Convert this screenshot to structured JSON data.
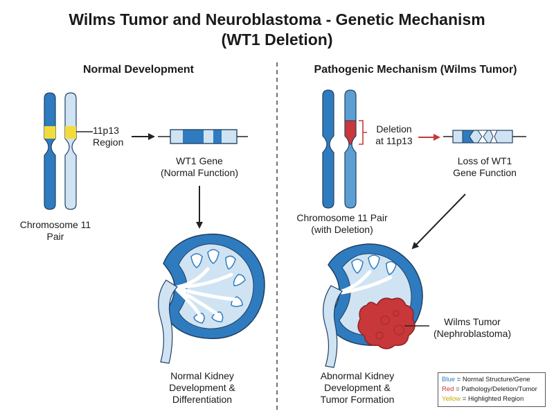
{
  "title": {
    "line1": "Wilms Tumor and Neuroblastoma - Genetic Mechanism",
    "line2": "(WT1 Deletion)"
  },
  "normal": {
    "heading": "Normal Development",
    "region_label": [
      "11p13",
      "Region"
    ],
    "chromosome_label": [
      "Chromosome 11",
      "Pair"
    ],
    "gene_label": [
      "WT1 Gene",
      "(Normal Function)"
    ],
    "outcome_label": [
      "Normal Kidney",
      "Development &",
      "Differentiation"
    ]
  },
  "pathogenic": {
    "heading": "Pathogenic Mechanism (Wilms Tumor)",
    "deletion_label": [
      "Deletion",
      "at 11p13"
    ],
    "chromosome_label": [
      "Chromosome 11 Pair",
      "(with Deletion)"
    ],
    "gene_label": [
      "Loss of WT1",
      "Gene Function"
    ],
    "tumor_label": [
      "Wilms Tumor",
      "(Nephroblastoma)"
    ],
    "outcome_label": [
      "Abnormal Kidney",
      "Development &",
      "Tumor Formation"
    ]
  },
  "legend": {
    "items": [
      {
        "key": "Blue",
        "text": " = Normal Structure/Gene",
        "color": "#2f7bbf"
      },
      {
        "key": "Red",
        "text": " = Pathology/Deletion/Tumor",
        "color": "#c8373a"
      },
      {
        "key": "Yellow",
        "text": " = Highlighted Region",
        "color": "#c9a800"
      }
    ]
  },
  "colors": {
    "blue_dark": "#2f7bbf",
    "blue_light": "#cfe3f3",
    "blue_mid": "#5d9fd3",
    "red": "#c8373a",
    "yellow": "#f3dc3a",
    "outline": "#1f3f5f"
  }
}
